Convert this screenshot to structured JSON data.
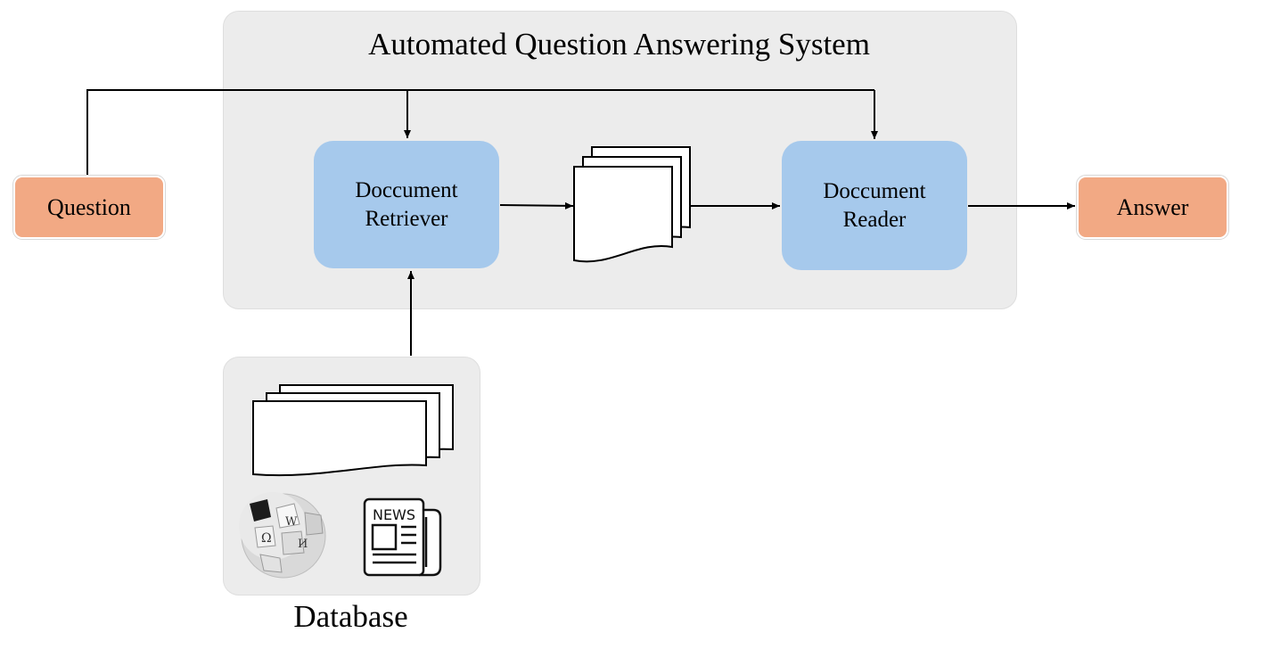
{
  "system": {
    "title": "Automated Question Answering System"
  },
  "nodes": {
    "question": "Question",
    "answer": "Answer",
    "retriever_line1": "Doccument",
    "retriever_line2": "Retriever",
    "reader_line1": "Doccument",
    "reader_line2": "Reader"
  },
  "database": {
    "label": "Database",
    "news_icon_text": "NEWS",
    "icons": [
      "document-stack-icon",
      "wikipedia-globe-icon",
      "newspaper-icon"
    ]
  },
  "colors": {
    "panel": "#ececec",
    "module_blue": "#a6c9ec",
    "io_orange": "#f2a984",
    "arrow": "#000000"
  }
}
